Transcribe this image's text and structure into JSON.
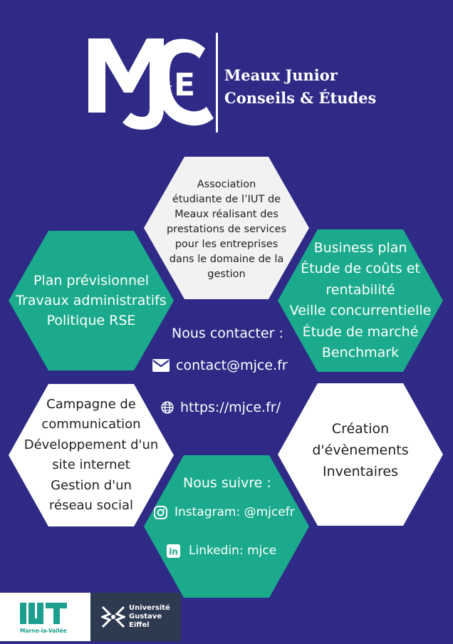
{
  "brand": {
    "logo_text": "MJC&E",
    "line1": "Meaux Junior",
    "line2": "Conseils & Études"
  },
  "colors": {
    "background": "#2e2a86",
    "teal": "#1bab8c",
    "white": "#ffffff",
    "light_grey": "#f2f2f2"
  },
  "hexagons": {
    "about": {
      "lines": [
        "Association",
        "étudiante de l’IUT de",
        "Meaux réalisant des",
        "prestations de services",
        "pour les entreprises",
        "dans le domaine de la",
        "gestion"
      ]
    },
    "left_teal": {
      "lines": [
        "Plan prévisionnel",
        "Travaux administratifs",
        "Politique RSE"
      ]
    },
    "right_teal": {
      "lines": [
        "Business plan",
        "Étude de coûts et",
        "rentabilité",
        "Veille concurrentielle",
        "Étude de marché",
        "Benchmark"
      ]
    },
    "left_white": {
      "lines": [
        "Campagne de",
        "communication",
        "Développement d'un",
        "site internet",
        "Gestion d'un",
        "réseau social"
      ]
    },
    "right_white": {
      "lines": [
        "Création",
        "d'évènements",
        "Inventaires"
      ]
    }
  },
  "contact": {
    "heading": "Nous contacter :",
    "email": "contact@mjce.fr",
    "website": "https://mjce.fr/",
    "email_icon": "envelope-icon",
    "web_icon": "globe-icon"
  },
  "follow": {
    "heading": "Nous suivre :",
    "instagram": "Instagram: @mjcefr",
    "linkedin": "Linkedin: mjce",
    "instagram_icon": "instagram-icon",
    "linkedin_icon": "linkedin-icon"
  },
  "footer": {
    "iut_logo_text": "IUT",
    "iut_subtitle": "Marne-la-Vallée",
    "ug_line1": "Université",
    "ug_line2": "Gustave",
    "ug_line3": "Eiffel"
  }
}
